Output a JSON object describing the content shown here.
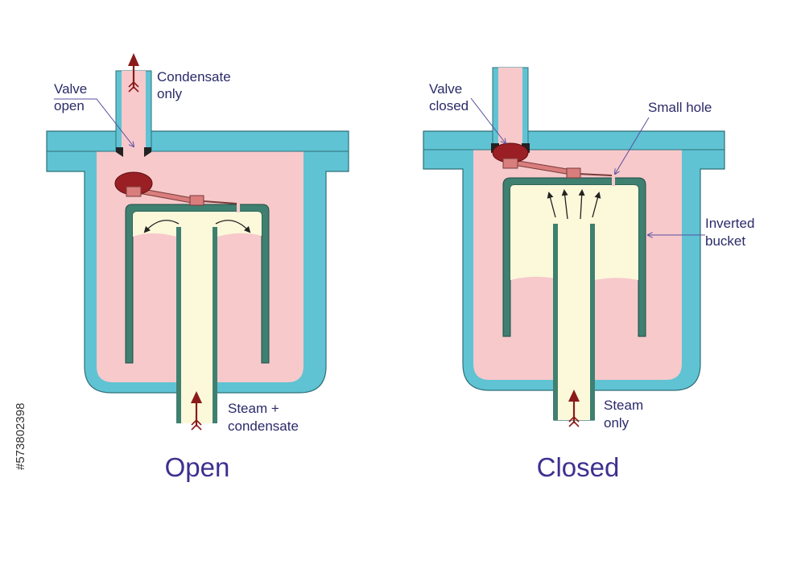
{
  "open_panel": {
    "title": "Open",
    "valve_label": [
      "Valve",
      "open"
    ],
    "outlet_label": [
      "Condensate",
      "only"
    ],
    "inlet_label": [
      "Steam +",
      "condensate"
    ]
  },
  "closed_panel": {
    "title": "Closed",
    "valve_label": [
      "Valve",
      "closed"
    ],
    "hole_label": "Small hole",
    "bucket_label": [
      "Inverted",
      "bucket"
    ],
    "inlet_label": [
      "Steam",
      "only"
    ]
  },
  "side_text": "#573802398",
  "colors": {
    "body": "#5fc3d3",
    "condensate": "#f7c9cb",
    "steam": "#fcf8da",
    "bucket": "#3f8070",
    "valve": "#9a1f24",
    "lever": "#d97d7d",
    "arrow_red": "#8b1a1a",
    "text": "#2a2a6a",
    "title": "#3d3090"
  }
}
